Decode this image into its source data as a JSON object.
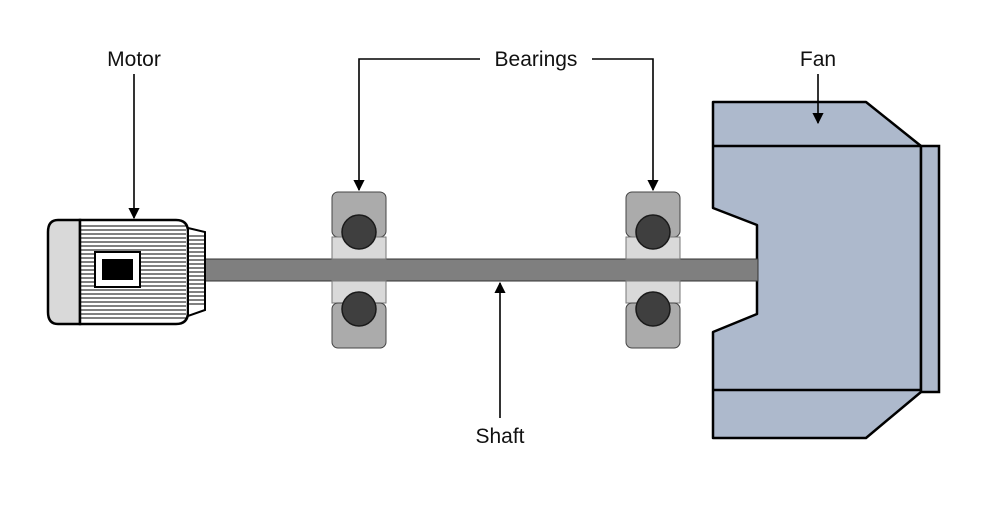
{
  "labels": {
    "motor": "Motor",
    "bearings": "Bearings",
    "fan": "Fan",
    "shaft": "Shaft"
  },
  "colors": {
    "fan_fill": "#adb9cc",
    "bearing_race": "#ababab",
    "bearing_inner": "#d9d9d9",
    "bearing_ball": "#3f3f3f",
    "shaft": "#7f7f7f",
    "motor_end_cap": "#d9d9d9",
    "motor_body": "#ffffff",
    "outline": "#000000"
  }
}
